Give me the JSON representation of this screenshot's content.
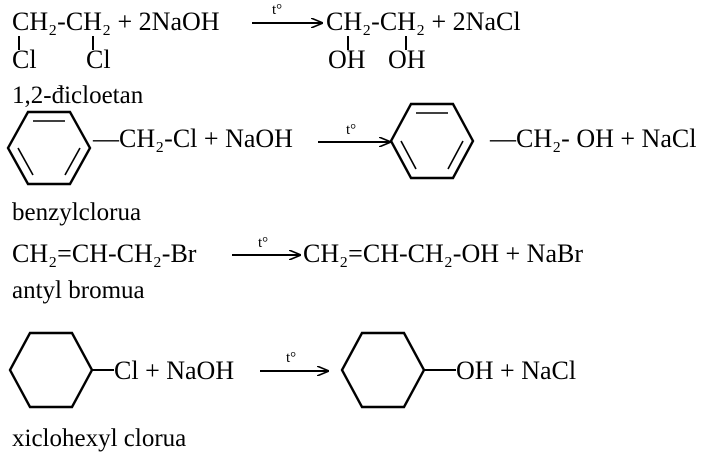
{
  "condition": "t°",
  "reactions": [
    {
      "name": "1,2-đicloetan",
      "reactants": "CH₂-CH₂ + 2NaOH",
      "reactant_substituents": [
        "Cl",
        "Cl"
      ],
      "products": "CH₂-CH₂ + 2NaCl",
      "product_substituents": [
        "OH",
        "OH"
      ]
    },
    {
      "name": "benzylclorua",
      "reactants": "—CH₂-Cl + NaOH",
      "products": "—CH₂- OH + NaCl"
    },
    {
      "name": "antyl bromua",
      "reactants": "CH₂=CH-CH₂-Br",
      "products": "CH₂=CH-CH₂-OH + NaBr"
    },
    {
      "name": "xiclohexyl clorua",
      "reactants": "Cl + NaOH",
      "products": "OH + NaCl"
    }
  ]
}
